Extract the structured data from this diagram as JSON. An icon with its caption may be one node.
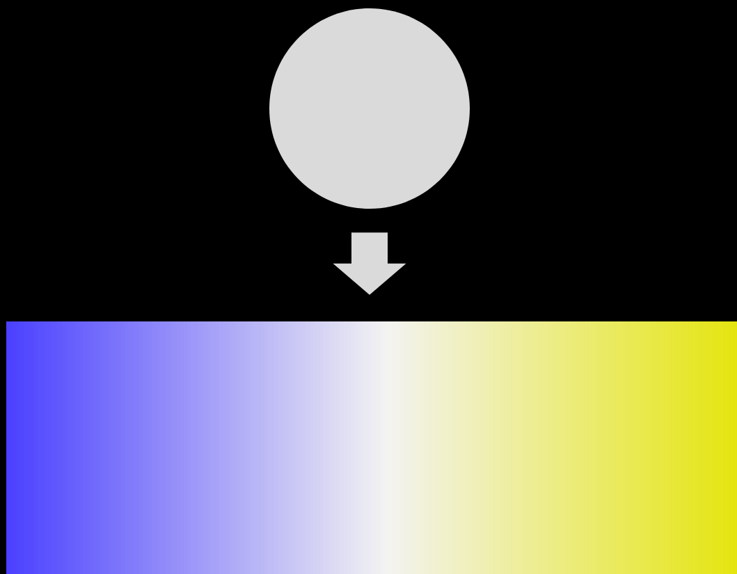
{
  "diagram": {
    "nodes": [
      {
        "text": [],
        "shape": "circle"
      },
      {
        "text": [],
        "shape": "bar"
      }
    ],
    "edges": [
      {
        "from": 0,
        "to": 1,
        "arrow": "to"
      }
    ]
  }
}
